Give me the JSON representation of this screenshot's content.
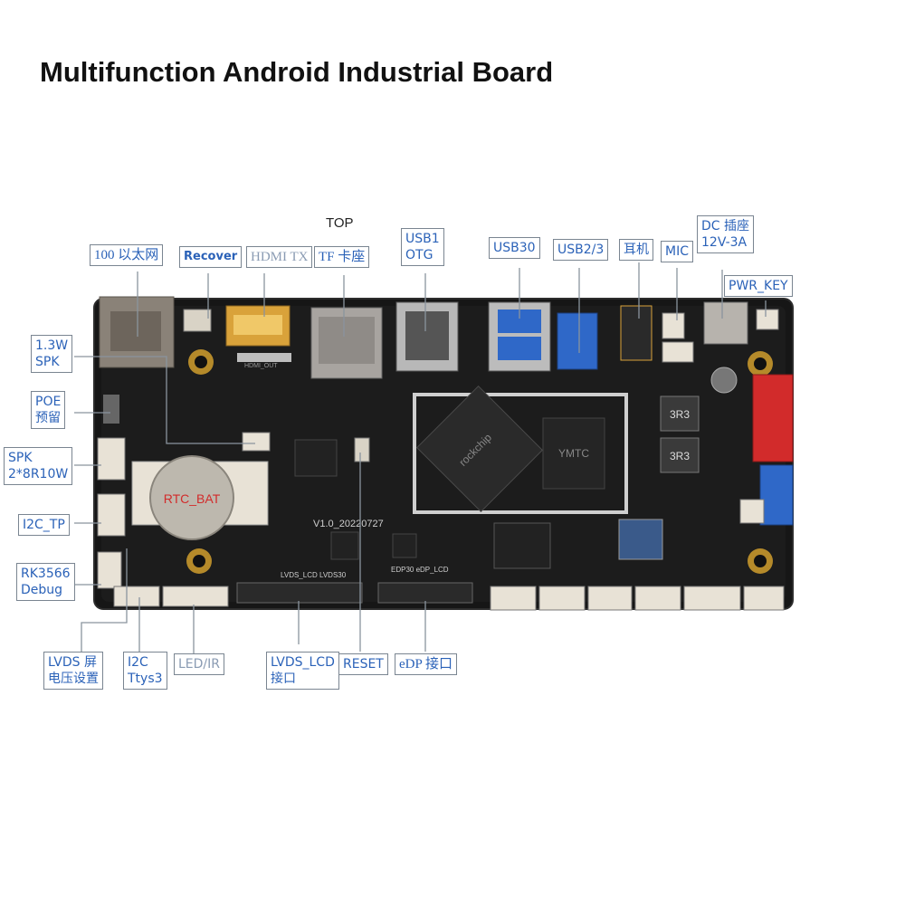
{
  "title": "Multifunction Android Industrial Board",
  "top_label": "TOP",
  "labels": {
    "ethernet": "100 以太网",
    "recover": "Recover",
    "hdmi_tx": "HDMI TX",
    "tf_slot": "TF 卡座",
    "usb1_otg": "USB1\nOTG",
    "usb30": "USB30",
    "usb23": "USB2/3",
    "earphone": "耳机",
    "mic": "MIC",
    "dc_jack": "DC 插座\n12V-3A",
    "pwr_key": "PWR_KEY",
    "spk_13w": "1.3W\nSPK",
    "poe": "POE\n预留",
    "spk_2x8": "SPK\n2*8R10W",
    "i2c_tp": "I2C_TP",
    "debug": "RK3566\nDebug",
    "lvds_voltage": "LVDS 屏\n电压设置",
    "i2c_ttys3": "I2C\nTtys3",
    "led_ir": "LED/IR",
    "lvds_lcd": "LVDS_LCD\n接口",
    "reset": "RESET",
    "edp": "eDP 接口"
  },
  "board_text": {
    "rtc_bat": "RTC_BAT",
    "version": "V1.0_20220727",
    "soc_brand": "rockchip",
    "chip2": "YMTC",
    "inductor1": "3R3",
    "inductor2": "3R3",
    "hdmi_out": "HDMI_OUT",
    "lvds_silk": "LVDS_LCD  LVDS30",
    "edp_silk": "EDP30\neDP_LCD"
  },
  "colors": {
    "label_text": "#2b62b8",
    "label_border": "#7a8591",
    "board": "#161616",
    "connector_red": "#d22b2b",
    "connector_blue": "#2f68c8",
    "hdmi_gold": "#d9a23a",
    "connector_white": "#e8e2d6"
  }
}
